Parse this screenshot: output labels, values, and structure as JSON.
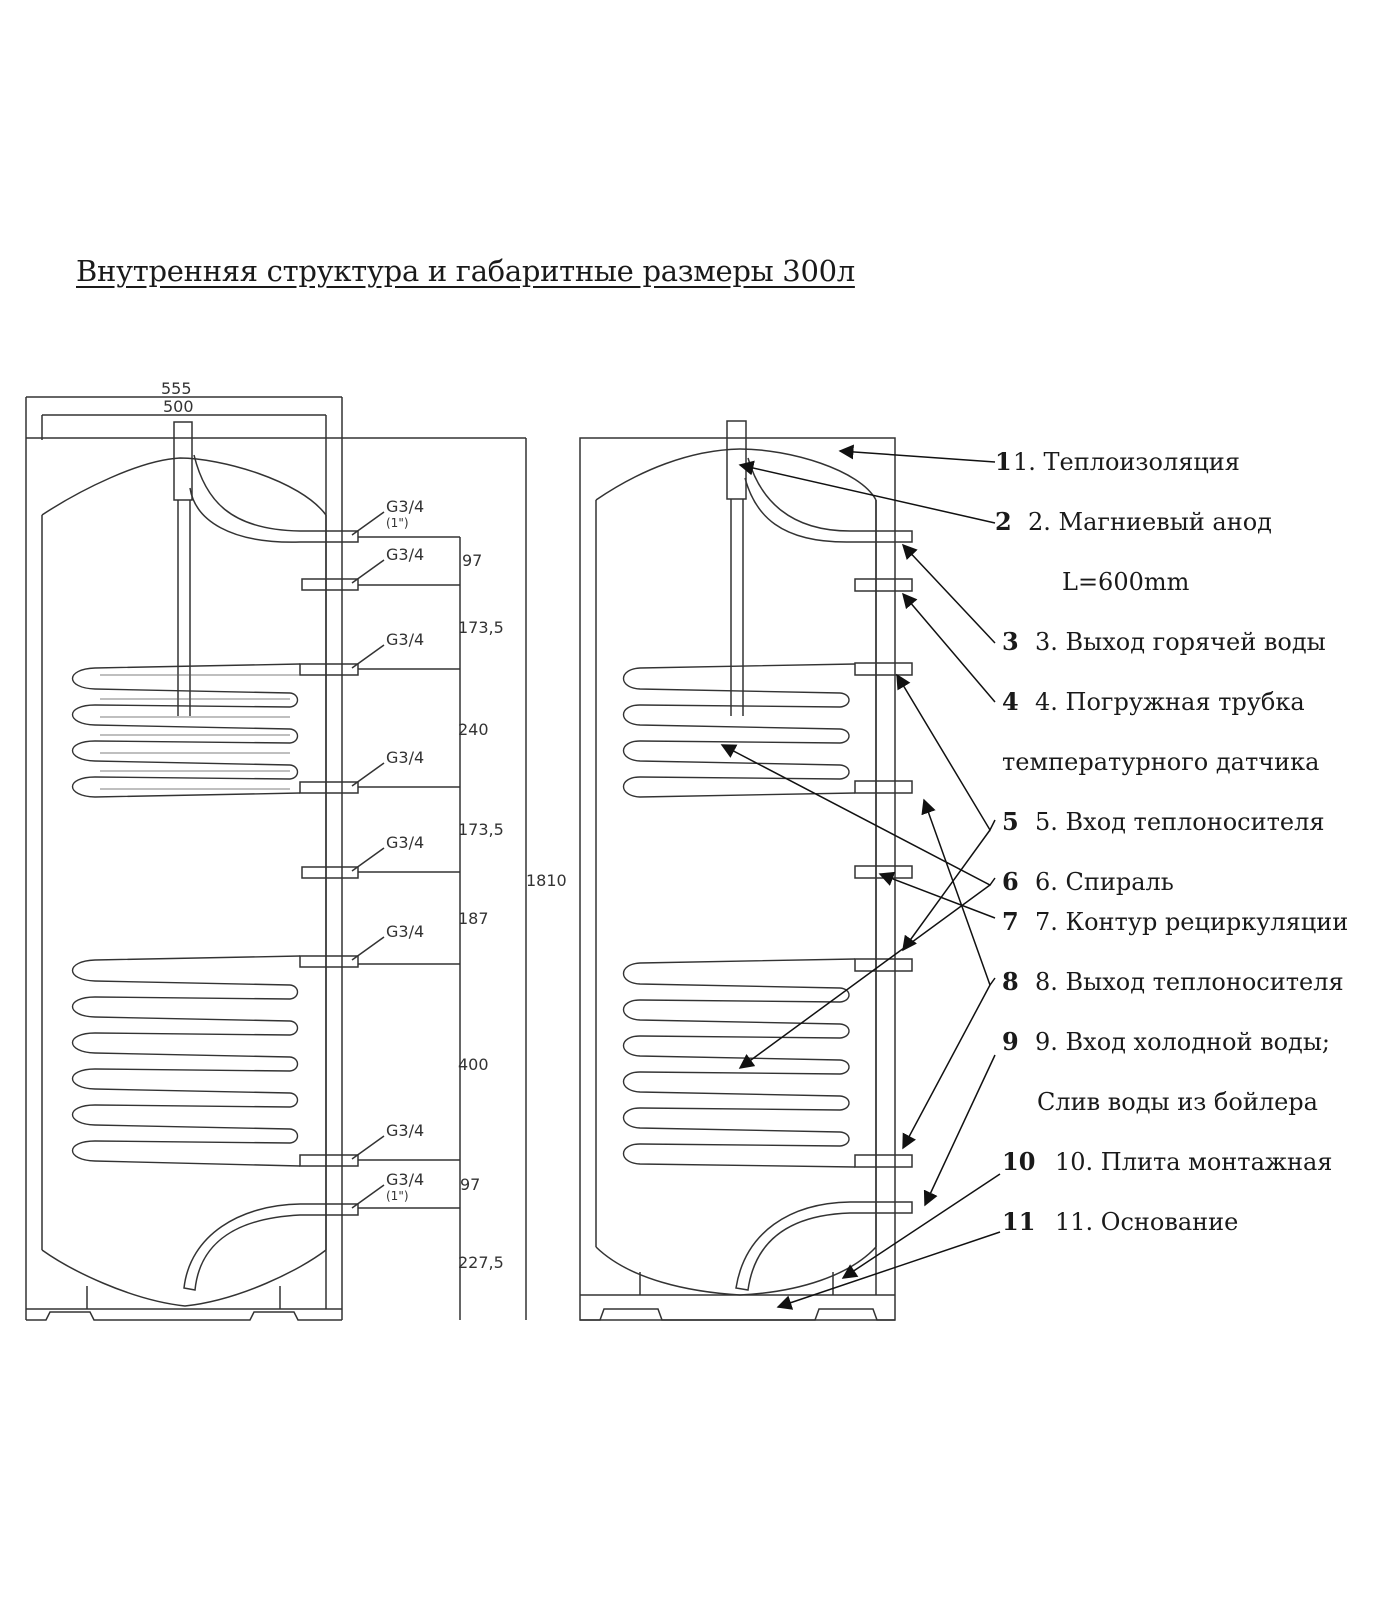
{
  "title": "Внутренняя структура и габаритные размеры 300л",
  "dimensions": {
    "width_outer": "555",
    "width_inner": "500",
    "total_height": "1810",
    "segments": [
      "97",
      "173,5",
      "240",
      "173,5",
      "187",
      "400",
      "97",
      "227,5"
    ],
    "connections": [
      {
        "thread": "G3/4",
        "note": "(1\")"
      },
      {
        "thread": "G3/4",
        "note": ""
      },
      {
        "thread": "G3/4",
        "note": ""
      },
      {
        "thread": "G3/4",
        "note": ""
      },
      {
        "thread": "G3/4",
        "note": ""
      },
      {
        "thread": "G3/4",
        "note": ""
      },
      {
        "thread": "G3/4",
        "note": ""
      },
      {
        "thread": "G3/4",
        "note": "(1\")"
      }
    ]
  },
  "legend": [
    {
      "num": "1",
      "text": "1. Теплоизоляция"
    },
    {
      "num": "2",
      "text": "2. Магниевый анод",
      "sub": "L=600mm"
    },
    {
      "num": "3",
      "text": "3. Выход горячей воды"
    },
    {
      "num": "4",
      "text": "4. Погружная трубка",
      "sub": "температурного датчика"
    },
    {
      "num": "5",
      "text": "5. Вход теплоносителя"
    },
    {
      "num": "6",
      "text": "6. Спираль"
    },
    {
      "num": "7",
      "text": "7. Контур рециркуляции"
    },
    {
      "num": "8",
      "text": "8. Выход теплоносителя"
    },
    {
      "num": "9",
      "text": "9. Вход холодной воды;",
      "sub": "Слив воды из бойлера"
    },
    {
      "num": "10",
      "text": "10. Плита монтажная"
    },
    {
      "num": "11",
      "text": "11. Основание"
    }
  ]
}
